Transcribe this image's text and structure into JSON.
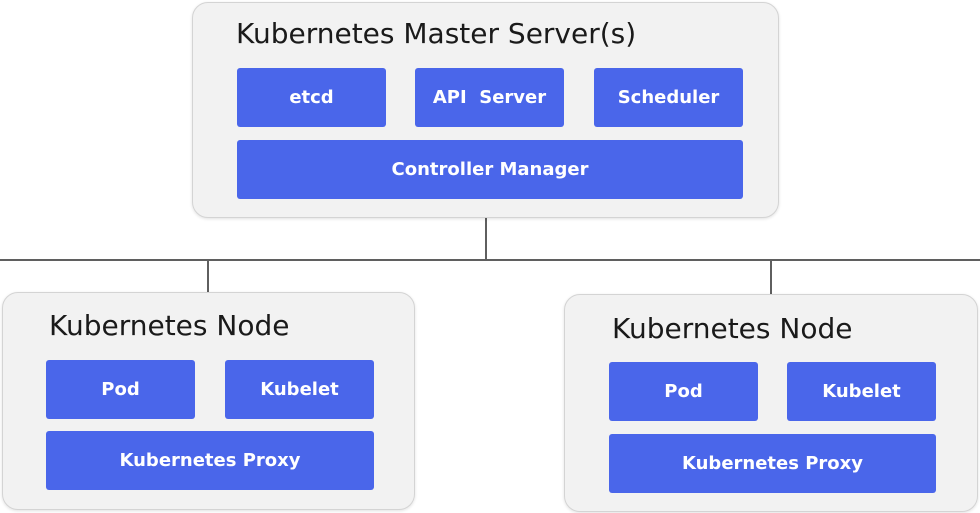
{
  "master": {
    "title": "Kubernetes Master Server(s)",
    "components": {
      "etcd": "etcd",
      "api_server": "API  Server",
      "scheduler": "Scheduler",
      "controller_manager": "Controller Manager"
    }
  },
  "nodes": [
    {
      "title": "Kubernetes Node",
      "pod": "Pod",
      "kubelet": "Kubelet",
      "proxy": "Kubernetes Proxy"
    },
    {
      "title": "Kubernetes Node",
      "pod": "Pod",
      "kubelet": "Kubelet",
      "proxy": "Kubernetes Proxy"
    }
  ],
  "colors": {
    "component_fill": "#4a66ea",
    "panel_fill": "#f2f2f2",
    "connector": "#5f5f5f"
  }
}
